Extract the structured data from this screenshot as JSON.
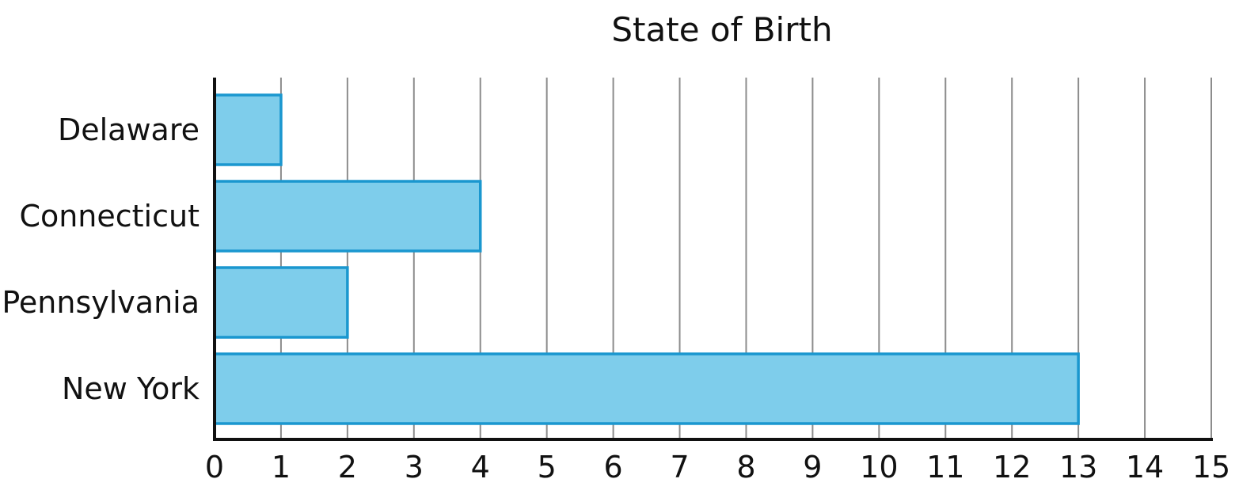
{
  "chart_data": {
    "type": "bar",
    "orientation": "horizontal",
    "title": "State of Birth",
    "xlabel": "",
    "ylabel": "",
    "categories": [
      "Delaware",
      "Connecticut",
      "Pennsylvania",
      "New York"
    ],
    "values": [
      1,
      4,
      2,
      13
    ],
    "xlim": [
      0,
      15
    ],
    "xticks": [
      0,
      1,
      2,
      3,
      4,
      5,
      6,
      7,
      8,
      9,
      10,
      11,
      12,
      13,
      14,
      15
    ],
    "grid": "vertical",
    "legend": "none",
    "colors": {
      "bar_fill": "#7ecdeb",
      "bar_stroke": "#1a97cf",
      "grid": "#8c8c8c",
      "axis": "#111111",
      "text": "#111111"
    }
  }
}
